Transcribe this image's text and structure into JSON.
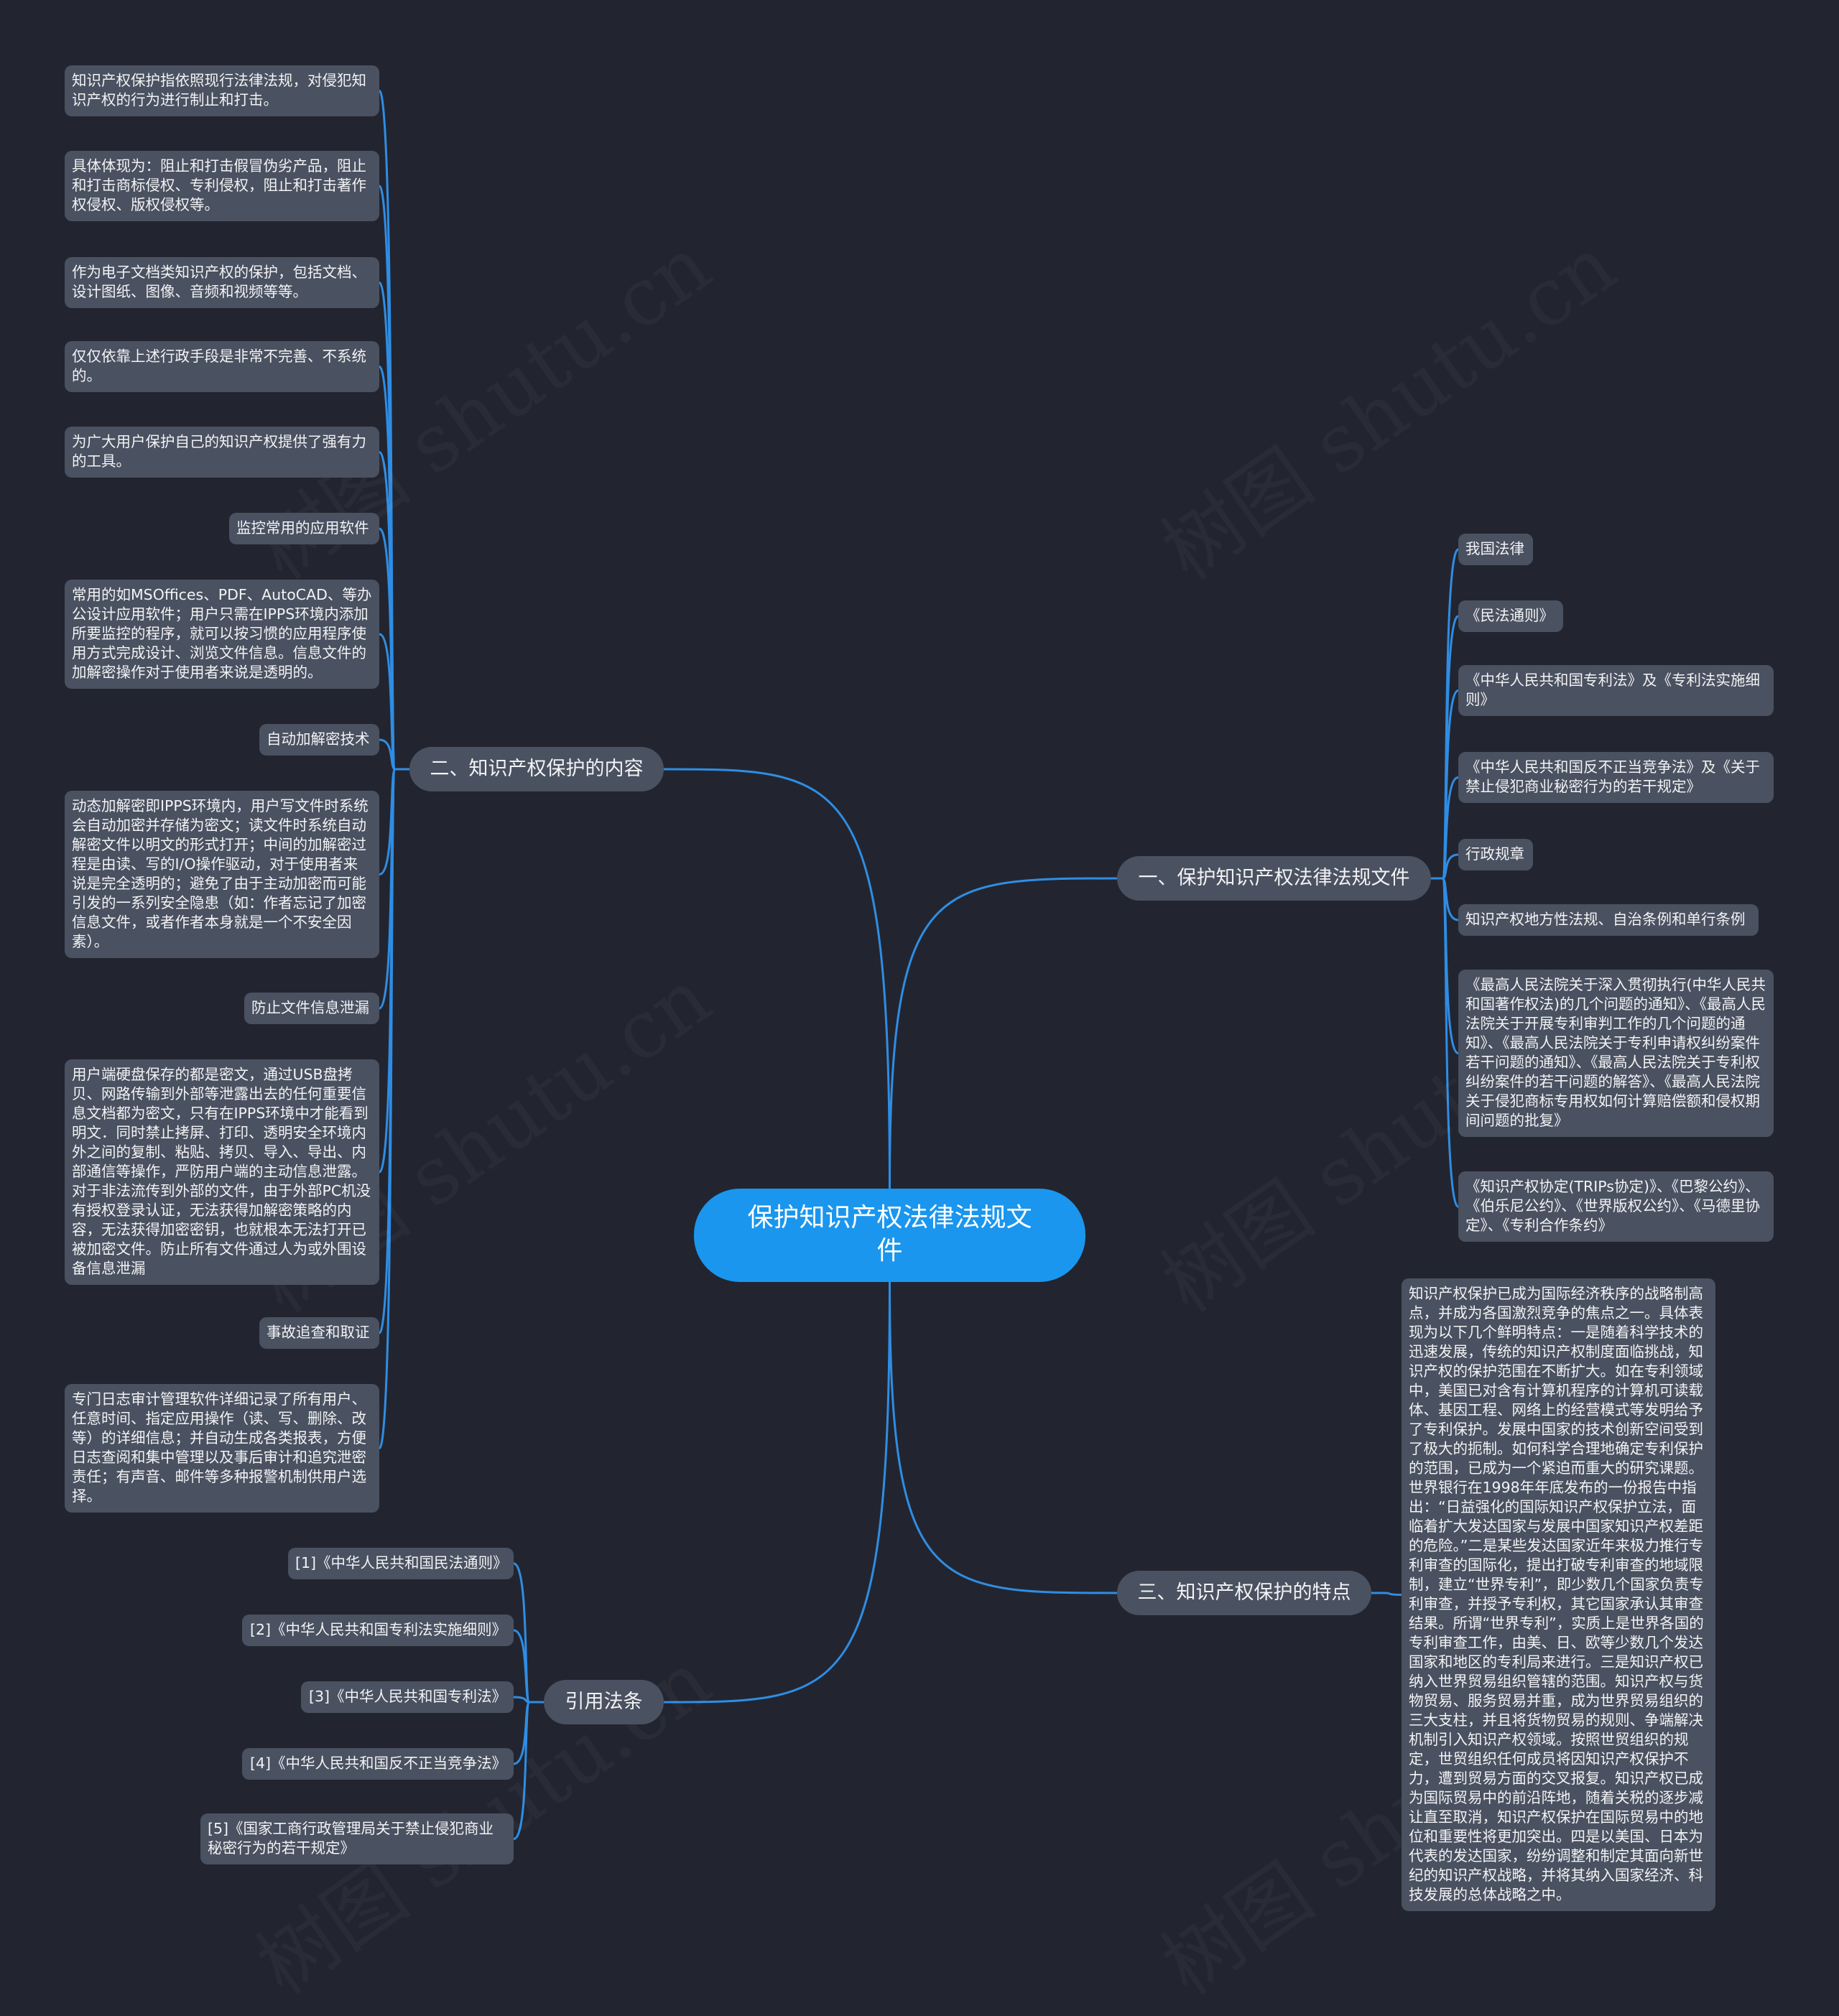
{
  "watermark": "树图 shutu.cn",
  "colors": {
    "background": "#22252f",
    "node": "#4a5160",
    "center": "#1a96ee",
    "edge": "#2f8de4"
  },
  "center": {
    "title": "保护知识产权法律法规文件"
  },
  "branches": {
    "content": {
      "title": "二、知识产权保护的内容",
      "items": [
        "知识产权保护指依照现行法律法规，对侵犯知识产权的行为进行制止和打击。",
        "具体体现为：阻止和打击假冒伪劣产品，阻止和打击商标侵权、专利侵权，阻止和打击著作权侵权、版权侵权等。",
        "作为电子文档类知识产权的保护，包括文档、设计图纸、图像、音频和视频等等。",
        "仅仅依靠上述行政手段是非常不完善、不系统的。",
        "为广大用户保护自己的知识产权提供了强有力的工具。",
        "监控常用的应用软件",
        "常用的如MSOffices、PDF、AutoCAD、等办公设计应用软件；用户只需在IPPS环境内添加所要监控的程序，就可以按习惯的应用程序使用方式完成设计、浏览文件信息。信息文件的加解密操作对于使用者来说是透明的。",
        "自动加解密技术",
        "动态加解密即IPPS环境内，用户写文件时系统会自动加密并存储为密文；读文件时系统自动解密文件以明文的形式打开；中间的加解密过程是由读、写的I/O操作驱动，对于使用者来说是完全透明的；避免了由于主动加密而可能引发的一系列安全隐患（如：作者忘记了加密信息文件，或者作者本身就是一个不安全因素）。",
        "防止文件信息泄漏",
        "用户端硬盘保存的都是密文，通过USB盘拷贝、网路传输到外部等泄露出去的任何重要信息文档都为密文，只有在IPPS环境中才能看到明文．同时禁止拷屏、打印、透明安全环境内外之间的复制、粘贴、拷贝、导入、导出、内部通信等操作，严防用户端的主动信息泄露。对于非法流传到外部的文件，由于外部PC机没有授权登录认证，无法获得加解密策略的内容，无法获得加密密钥，也就根本无法打开已被加密文件。防止所有文件通过人为或外围设备信息泄漏",
        "事故追查和取证",
        "专门日志审计管理软件详细记录了所有用户、任意时间、指定应用操作（读、写、删除、改等）的详细信息；并自动生成各类报表，方便日志查阅和集中管理以及事后审计和追究泄密责任；有声音、邮件等多种报警机制供用户选择。"
      ]
    },
    "laws": {
      "title": "一、保护知识产权法律法规文件",
      "items": [
        "我国法律",
        "《民法通则》",
        "《中华人民共和国专利法》及《专利法实施细则》",
        "《中华人民共和国反不正当竞争法》及《关于禁止侵犯商业秘密行为的若干规定》",
        "行政规章",
        "知识产权地方性法规、自治条例和单行条例",
        "《最高人民法院关于深入贯彻执行(中华人民共和国著作权法)的几个问题的通知》、《最高人民法院关于开展专利审判工作的几个问题的通知》、《最高人民法院关于专利申请权纠纷案件若干问题的通知》、《最高人民法院关于专利权纠纷案件的若干问题的解答》、《最高人民法院关于侵犯商标专用权如何计算赔偿额和侵权期间问题的批复》",
        "《知识产权协定(TRIPs协定)》、《巴黎公约》、《伯乐尼公约》、《世界版权公约》、《马德里协定》、《专利合作条约》"
      ]
    },
    "features": {
      "title": "三、知识产权保护的特点",
      "items": [
        "知识产权保护已成为国际经济秩序的战略制高点，并成为各国激烈竞争的焦点之一。具体表现为以下几个鲜明特点：一是随着科学技术的迅速发展，传统的知识产权制度面临挑战，知识产权的保护范围在不断扩大。如在专利领域中，美国已对含有计算机程序的计算机可读载体、基因工程、网络上的经营模式等发明给予了专利保护。发展中国家的技术创新空间受到了极大的扼制。如何科学合理地确定专利保护的范围，已成为一个紧迫而重大的研究课题。世界银行在1998年年底发布的一份报告中指出：“日益强化的国际知识产权保护立法，面临着扩大发达国家与发展中国家知识产权差距的危险。”二是某些发达国家近年来极力推行专利审查的国际化，提出打破专利审查的地域限制，建立“世界专利”，即少数几个国家负责专利审查，并授予专利权，其它国家承认其审查结果。所谓“世界专利”，实质上是世界各国的专利审查工作，由美、日、欧等少数几个发达国家和地区的专利局来进行。三是知识产权已纳入世界贸易组织管辖的范围。知识产权与货物贸易、服务贸易并重，成为世界贸易组织的三大支柱，并且将货物贸易的规则、争端解决机制引入知识产权领域。按照世贸组织的规定，世贸组织任何成员将因知识产权保护不力，遭到贸易方面的交叉报复。知识产权已成为国际贸易中的前沿阵地，随着关税的逐步减让直至取消，知识产权保护在国际贸易中的地位和重要性将更加突出。四是以美国、日本为代表的发达国家，纷纷调整和制定其面向新世纪的知识产权战略，并将其纳入国家经济、科技发展的总体战略之中。"
      ]
    },
    "citations": {
      "title": "引用法条",
      "items": [
        "[1]《中华人民共和国民法通则》",
        "[2]《中华人民共和国专利法实施细则》",
        "[3]《中华人民共和国专利法》",
        "[4]《中华人民共和国反不正当竞争法》",
        "[5]《国家工商行政管理局关于禁止侵犯商业秘密行为的若干规定》"
      ]
    }
  }
}
